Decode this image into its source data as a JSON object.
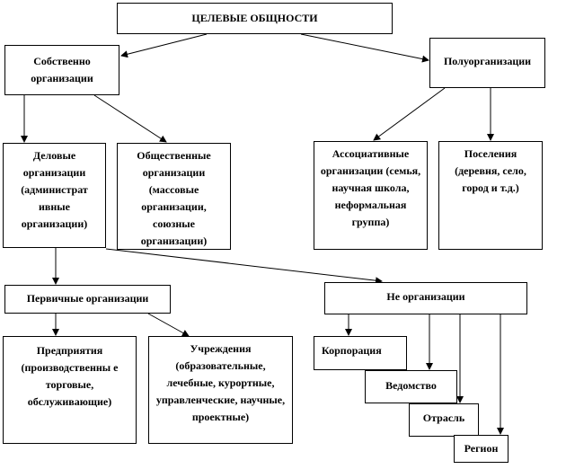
{
  "title": "ЦЕЛЕВЫЕ  ОБЩНОСТИ",
  "nodes": {
    "own": "Собственно организации",
    "semi": "Полуорганизации",
    "business": "Деловые организации (администрат ивные организации)",
    "public": "Общественные организации (массовые организации, союзные организации)",
    "assoc": "Ассоциативные организации (семья, научная школа, неформальная группа)",
    "settle": "Поселения (деревня, село, город и т.д.)",
    "primary": "Первичные организации",
    "nonorg": "Не организации",
    "enterprise": "Предприятия (производственны е торговые, обслуживающие)",
    "institution": "Учреждения (образовательные, лечебные, курортные, управленческие, научные, проектные)",
    "corp": "Корпорация",
    "dept": "Ведомство",
    "branch": "Отрасль",
    "region": "Регион"
  }
}
